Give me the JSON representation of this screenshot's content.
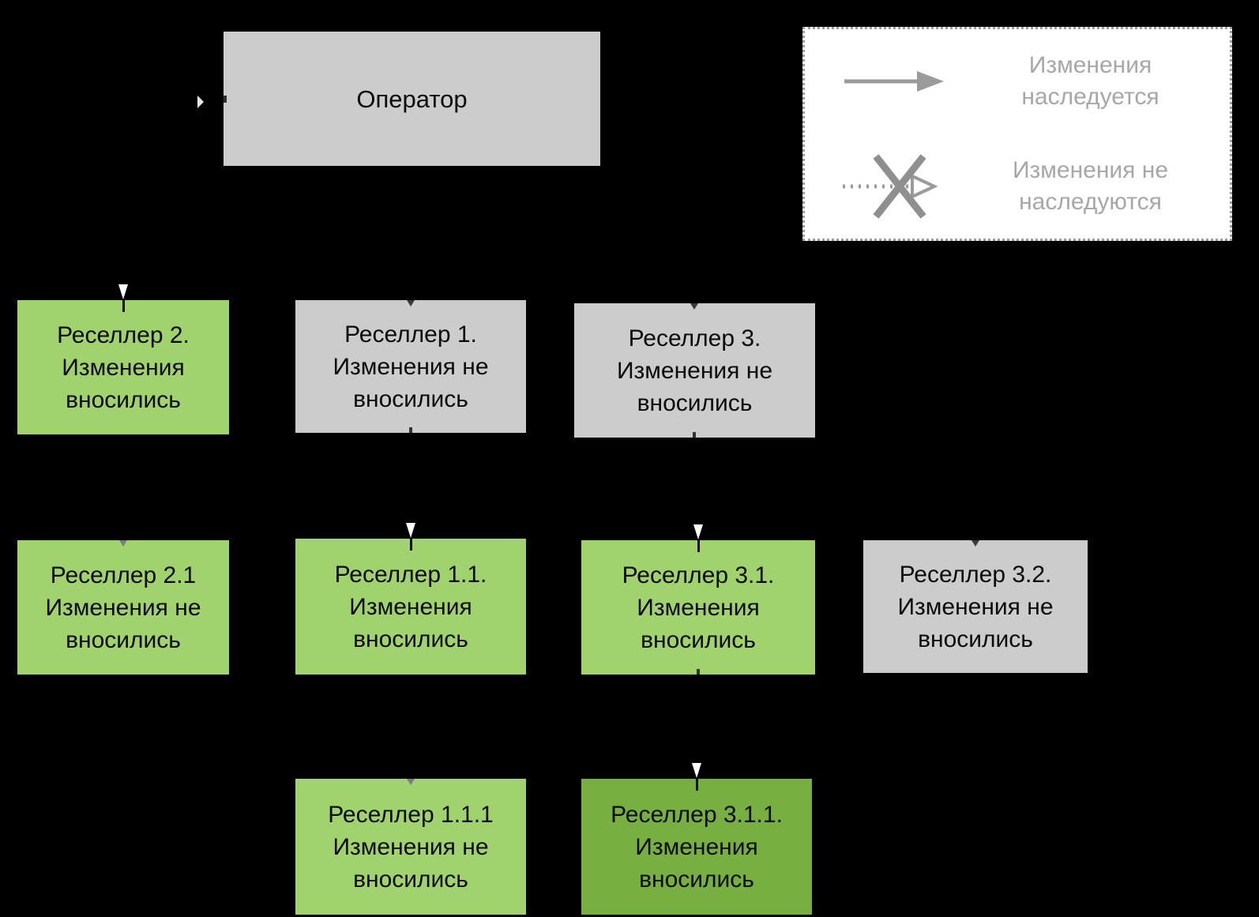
{
  "diagram": {
    "background": "#000000",
    "colors": {
      "box_gray": "#cccccc",
      "box_green": "#a0d36e",
      "box_dark_green": "#77b040",
      "legend_text": "#a7a7a7",
      "legend_arrow": "#9b9b9b",
      "blocked_arrowhead": "#ffffff"
    },
    "nodes": {
      "operator": {
        "label": "Оператор"
      },
      "reseller2": {
        "line1": "Реселлер 2.",
        "line2": "Изменения",
        "line3": "вносились"
      },
      "reseller1": {
        "line1": "Реселлер 1.",
        "line2": "Изменения не",
        "line3": "вносились"
      },
      "reseller3": {
        "line1": "Реселлер 3.",
        "line2": "Изменения не",
        "line3": "вносились"
      },
      "reseller21": {
        "line1": "Реселлер 2.1",
        "line2": "Изменения не",
        "line3": "вносились"
      },
      "reseller11": {
        "line1": "Реселлер 1.1.",
        "line2": "Изменения",
        "line3": "вносились"
      },
      "reseller31": {
        "line1": "Реселлер 3.1.",
        "line2": "Изменения",
        "line3": "вносились"
      },
      "reseller32": {
        "line1": "Реселлер 3.2.",
        "line2": "Изменения не",
        "line3": "вносились"
      },
      "reseller111": {
        "line1": "Реселлер 1.1.1",
        "line2": "Изменения не",
        "line3": "вносились"
      },
      "reseller311": {
        "line1": "Реселлер 3.1.1.",
        "line2": "Изменения",
        "line3": "вносились"
      }
    },
    "legend": {
      "item1": {
        "line1": "Изменения",
        "line2": "наследуется"
      },
      "item2": {
        "line1": "Изменения не",
        "line2": "наследуются"
      }
    }
  }
}
